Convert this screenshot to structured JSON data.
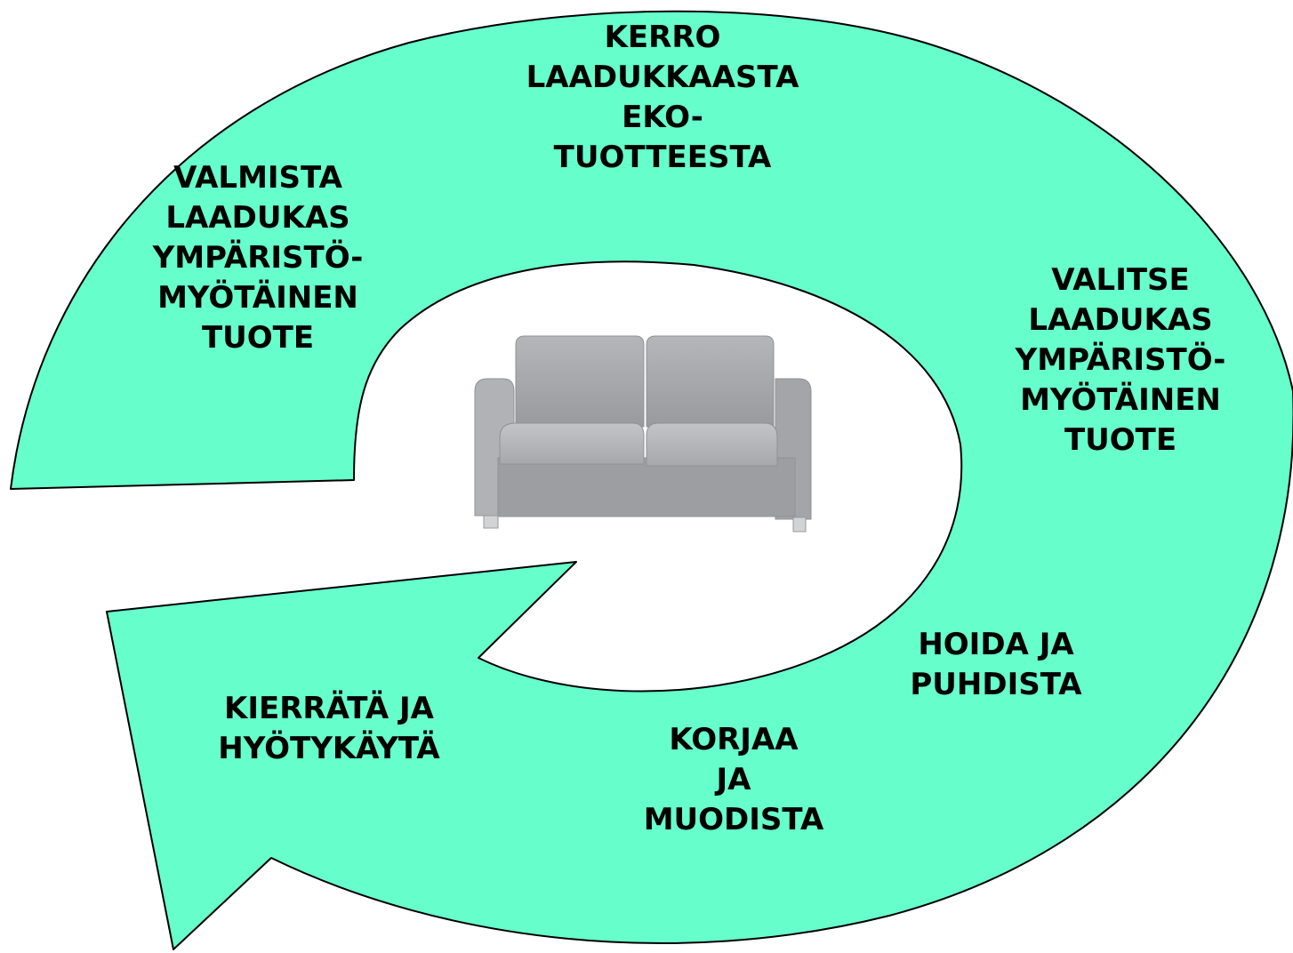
{
  "colors": {
    "arrow_fill": "#66ffcc",
    "arrow_stroke": "#000000",
    "sofa_fabric": "#a9abae",
    "background": "#ffffff"
  },
  "center": {
    "icon": "sofa-icon"
  },
  "steps": [
    {
      "id": "make",
      "text": "VALMISTA\nLAADUKAS\nYMPÄRISTÖ-\nMYÖTÄINEN\nTUOTE"
    },
    {
      "id": "tell",
      "text": "KERRO\nLAADUKKAASTA\nEKO-\nTUOTTEESTA"
    },
    {
      "id": "choose",
      "text": "VALITSE\nLAADUKAS\nYMPÄRISTÖ-\nMYÖTÄINEN\nTUOTE"
    },
    {
      "id": "care",
      "text": "HOIDA JA\nPUHDISTA"
    },
    {
      "id": "repair",
      "text": "KORJAA\nJA\nMUODISTA"
    },
    {
      "id": "recycle",
      "text": "KIERRÄTÄ JA\nHYÖTYKÄYTÄ"
    }
  ]
}
